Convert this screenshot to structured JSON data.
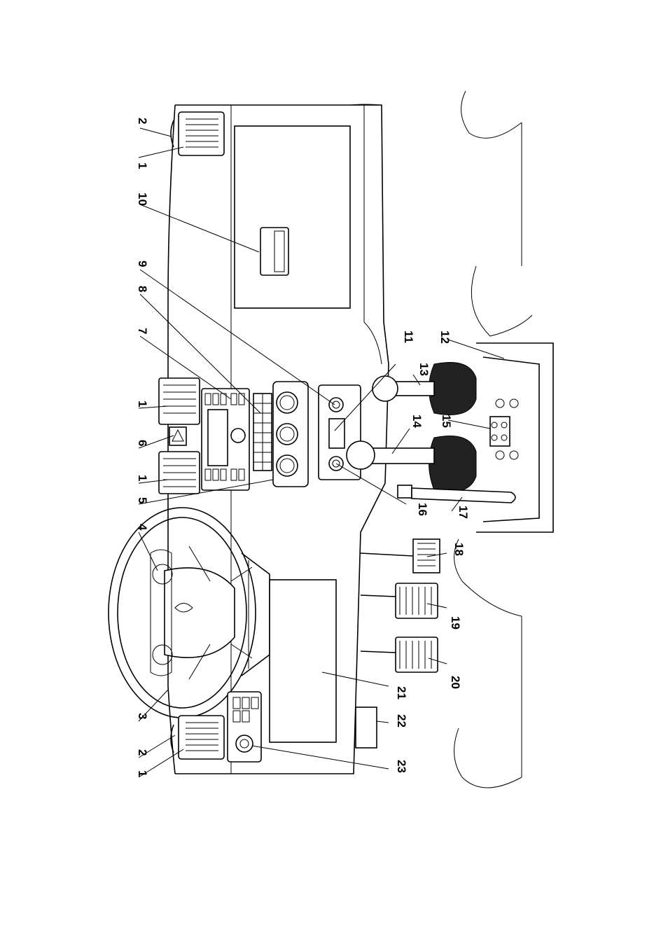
{
  "figure": {
    "description_free": true,
    "colors": {
      "ink": "#000000",
      "paper": "#ffffff"
    },
    "callouts": [
      {
        "id": "c1-top",
        "label": "1"
      },
      {
        "id": "c2-top",
        "label": "2"
      },
      {
        "id": "c10",
        "label": "10"
      },
      {
        "id": "c9",
        "label": "9"
      },
      {
        "id": "c8",
        "label": "8"
      },
      {
        "id": "c7",
        "label": "7"
      },
      {
        "id": "c1-mid-a",
        "label": "1"
      },
      {
        "id": "c6",
        "label": "6"
      },
      {
        "id": "c1-mid-b",
        "label": "1"
      },
      {
        "id": "c5",
        "label": "5"
      },
      {
        "id": "c4",
        "label": "4"
      },
      {
        "id": "c3",
        "label": "3"
      },
      {
        "id": "c2-bot",
        "label": "2"
      },
      {
        "id": "c1-bot",
        "label": "1"
      },
      {
        "id": "c11",
        "label": "11"
      },
      {
        "id": "c12",
        "label": "12"
      },
      {
        "id": "c13",
        "label": "13"
      },
      {
        "id": "c14",
        "label": "14"
      },
      {
        "id": "c15",
        "label": "15"
      },
      {
        "id": "c16",
        "label": "16"
      },
      {
        "id": "c17",
        "label": "17"
      },
      {
        "id": "c18",
        "label": "18"
      },
      {
        "id": "c19",
        "label": "19"
      },
      {
        "id": "c20",
        "label": "20"
      },
      {
        "id": "c21",
        "label": "21"
      },
      {
        "id": "c22",
        "label": "22"
      },
      {
        "id": "c23",
        "label": "23"
      }
    ]
  }
}
